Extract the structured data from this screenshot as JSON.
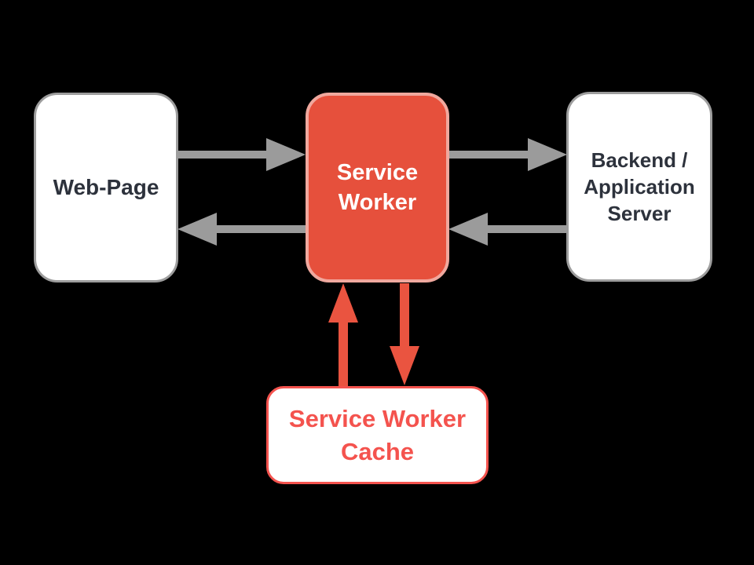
{
  "nodes": {
    "web_page": {
      "label": "Web-Page"
    },
    "service_worker": {
      "label": "Service\nWorker"
    },
    "backend": {
      "label": "Backend /\nApplication\nServer"
    },
    "sw_cache": {
      "label": "Service Worker\nCache"
    }
  },
  "arrows": {
    "web_to_sw": {
      "from": "web_page",
      "to": "service_worker",
      "direction": "right"
    },
    "sw_to_web": {
      "from": "service_worker",
      "to": "web_page",
      "direction": "left"
    },
    "sw_to_backend": {
      "from": "service_worker",
      "to": "backend",
      "direction": "right"
    },
    "backend_to_sw": {
      "from": "backend",
      "to": "service_worker",
      "direction": "left"
    },
    "cache_to_sw": {
      "from": "sw_cache",
      "to": "service_worker",
      "direction": "up"
    },
    "sw_to_cache": {
      "from": "service_worker",
      "to": "sw_cache",
      "direction": "down"
    }
  },
  "colors": {
    "background": "#000000",
    "node_fill_light": "#FFFFFF",
    "node_border_gray": "#9D9D9D",
    "node_text_dark": "#2D323C",
    "accent_red": "#E6503C",
    "accent_red_border": "#F0A89E",
    "cache_red": "#F4534E",
    "arrow_gray": "#9B9B9B",
    "arrow_red": "#EA5440",
    "text_white": "#FFFFFF"
  }
}
